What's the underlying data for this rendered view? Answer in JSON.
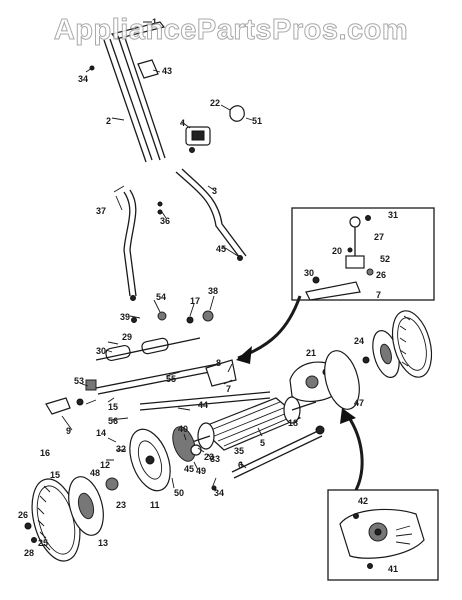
{
  "watermark": "AppliancePartsPros.com",
  "labels": {
    "p1": "1",
    "p2": "2",
    "p3": "3",
    "p4": "4",
    "p5": "5",
    "p6": "6",
    "p7a": "7",
    "p7b": "7",
    "p8": "8",
    "p9": "9",
    "p11": "11",
    "p12": "12",
    "p13": "13",
    "p14": "14",
    "p15a": "15",
    "p15b": "15",
    "p16": "16",
    "p17": "17",
    "p18": "18",
    "p20": "20",
    "p21": "21",
    "p22": "22",
    "p23a": "23",
    "p23b": "23",
    "p24": "24",
    "p25": "25",
    "p26a": "26",
    "p26b": "26",
    "p27": "27",
    "p28": "28",
    "p29": "29",
    "p30a": "30",
    "p30b": "30",
    "p31": "31",
    "p32": "32",
    "p33": "33",
    "p34a": "34",
    "p34b": "34",
    "p35": "35",
    "p36": "36",
    "p37": "37",
    "p38": "38",
    "p39": "39",
    "p40": "40",
    "p41": "41",
    "p42": "42",
    "p43": "43",
    "p44": "44",
    "p45a": "45",
    "p45b": "45",
    "p47": "47",
    "p48": "48",
    "p49": "49",
    "p50": "50",
    "p51": "51",
    "p52": "52",
    "p53": "53",
    "p54": "54",
    "p55": "55",
    "p56": "56"
  }
}
